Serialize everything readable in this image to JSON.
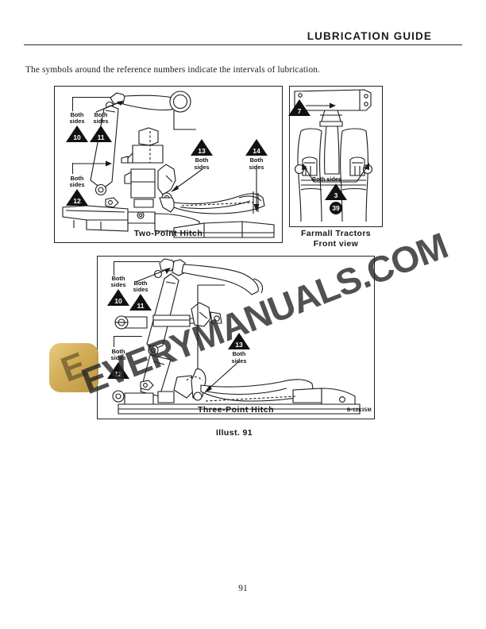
{
  "header": {
    "title": "LUBRICATION GUIDE"
  },
  "intro": {
    "text": "The symbols around the reference numbers indicate the intervals of lubrication."
  },
  "figures": {
    "two_point": {
      "caption": "Two-Point Hitch",
      "callouts": [
        {
          "note": "Both\nsides",
          "number": "10",
          "order": "note-first"
        },
        {
          "note": "Both\nsides",
          "number": "11",
          "order": "note-first"
        },
        {
          "note": "Both\nsides",
          "number": "12",
          "order": "note-first"
        },
        {
          "note": "Both\nsides",
          "number": "13",
          "order": "marker-first"
        },
        {
          "note": "Both\nsides",
          "number": "14",
          "order": "marker-first"
        }
      ]
    },
    "front_view": {
      "caption_line1": "Farmall Tractors",
      "caption_line2": "Front view",
      "callouts": [
        {
          "note": "",
          "number": "7",
          "order": "marker-only"
        },
        {
          "note": "Both sides",
          "number": "3",
          "secondary": "39",
          "order": "inline"
        }
      ]
    },
    "three_point": {
      "caption": "Three-Point Hitch",
      "callouts": [
        {
          "note": "Both\nsides",
          "number": "10",
          "order": "note-first"
        },
        {
          "note": "Both\nsides",
          "number": "11",
          "order": "note-first"
        },
        {
          "note": "Both\nsides",
          "number": "12",
          "order": "note-first"
        },
        {
          "note": "Both\nsides",
          "number": "13",
          "order": "marker-first"
        }
      ]
    }
  },
  "part_number": "B-12835M",
  "illustration": "Illust. 91",
  "page_number": "91",
  "watermark": {
    "text": "EVERYMANUALS.COM",
    "logo_glyph": "E"
  },
  "colors": {
    "ink": "#1a1a1a",
    "marker_fill": "#111111",
    "logo_gold": "#cfa94e",
    "watermark_gray": "#262626"
  }
}
